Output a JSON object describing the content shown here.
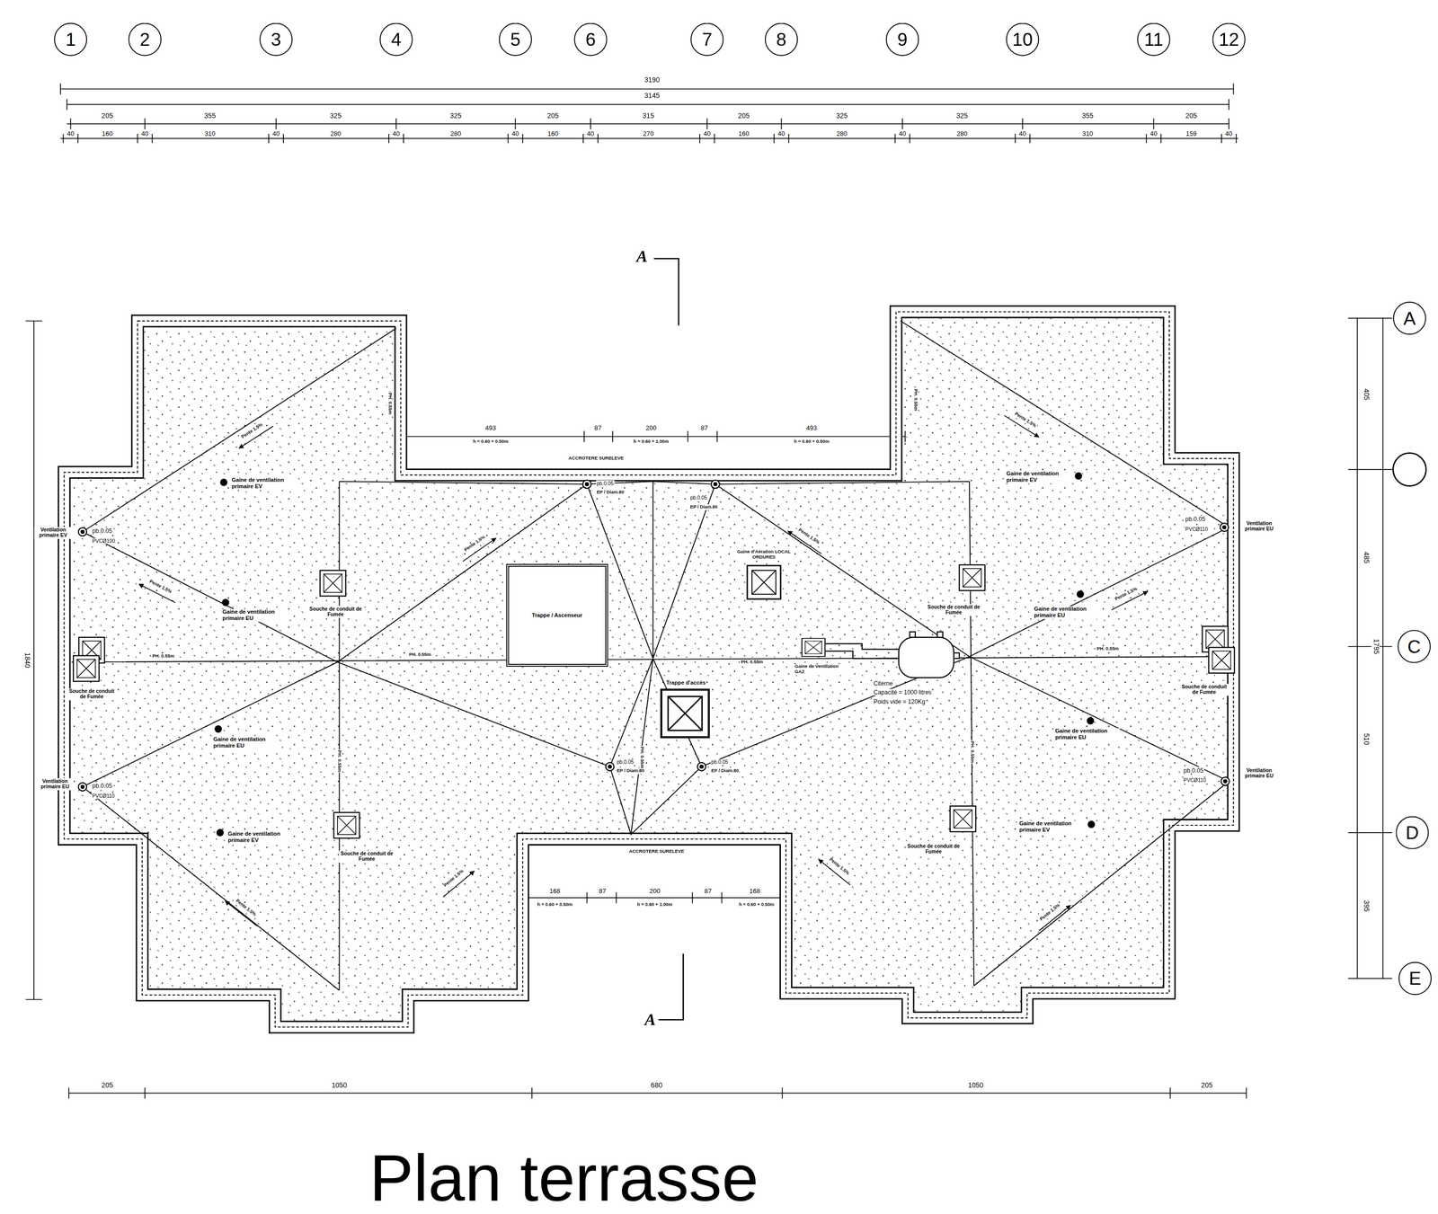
{
  "diagram": {
    "title": "Plan terrasse",
    "nodes": [
      {
        "text": [
          "1"
        ]
      },
      {
        "text": [
          "2"
        ]
      },
      {
        "text": [
          "3"
        ]
      },
      {
        "text": [
          "4"
        ]
      },
      {
        "text": [
          "5"
        ]
      },
      {
        "text": [
          "6"
        ]
      },
      {
        "text": [
          "7"
        ]
      },
      {
        "text": [
          "8"
        ]
      },
      {
        "text": [
          "9"
        ]
      },
      {
        "text": [
          "10"
        ]
      },
      {
        "text": [
          "11"
        ]
      },
      {
        "text": [
          "12"
        ]
      },
      {
        "text": [
          "A"
        ]
      },
      {
        "text": [
          "Trappe / Ascenseur"
        ]
      },
      {
        "text": [
          "C"
        ]
      },
      {
        "text": [
          "D"
        ]
      },
      {
        "text": [
          "E"
        ]
      }
    ],
    "labels": [
      "3190",
      "3145",
      "205",
      "355",
      "325",
      "325",
      "205",
      "315",
      "205",
      "325",
      "325",
      "355",
      "205",
      "40",
      "160",
      "40",
      "310",
      "40",
      "280",
      "40",
      "280",
      "40",
      "160",
      "40",
      "270",
      "40",
      "160",
      "40",
      "280",
      "40",
      "280",
      "40",
      "310",
      "40",
      "159",
      "40",
      "A",
      "405",
      "485",
      "1795",
      "510",
      "395",
      "1840",
      "493",
      "87",
      "200",
      "87",
      "493",
      "h = 0.60 + 0.50m",
      "h = 0.60 + 1.00m",
      "h = 0.60 + 0.50m",
      "ACCROTERE SURELEVE",
      "Pente 1.5%",
      "Pente 1.5%",
      "Gaine de ventilation primaire EV",
      "Gaine de ventilation primaire EV",
      "pb.0.05",
      "EP / Diam.80",
      "pb.0.05",
      "EP / Diam.80",
      "Ventilation primaire EV",
      "pb.0.05",
      "PVCØ100",
      "pb.0.05",
      "PVCØ110",
      "Ventilation primaire EU",
      "Pente 1.5%",
      "Pente 1.5%",
      "Gaine d'Aération LOCAL ORDURES",
      "Pente 1.5%",
      "Pente 1.5%",
      "Souche de conduit de Fumée",
      "Gaine de ventilation primaire EU",
      "Souche de conduit de Fumée",
      "Gaine de ventilation primaire EU",
      "PH. 0.55m",
      "PH. 0.55m",
      "PH. 0.55m",
      "PH. 0.55m",
      "PH. 0.55m",
      "PH. 0.55m",
      "Gaine de Ventilation GAZ",
      "Citerne",
      "Capacité = 1000 litres",
      "Poids vide = 120Kg",
      "Trappe d'accès",
      "Souche de conduit de Fumée",
      "Souche de conduit de Fumée",
      "Gaine de ventilation primaire EU",
      "Gaine de ventilation primaire EU",
      "PH. 0.55m",
      "PH. 0.55m",
      "PH. 0.55m",
      "pb.0.05",
      "EP / Diam.80",
      "pb.0.05",
      "EP / Diam.80",
      "Ventilation primaire EU",
      "pb.0.05",
      "PVCØ110",
      "pb.0.05",
      "PVCØ110",
      "Ventilation primaire EU",
      "Gaine de ventilation primaire EV",
      "Gaine de ventilation primaire EV",
      "Souche de conduit de Fumée",
      "Souche de conduit de Fumée",
      "ACCROTERE SURELEVE",
      "Pente 1.5%",
      "Pente 1.5%",
      "Pente 1.5%",
      "Pente 1.5%",
      "168",
      "87",
      "200",
      "87",
      "168",
      "h = 0.60 + 0.50m",
      "h = 0.60 + 1.00m",
      "h = 0.60 + 0.50m",
      "A",
      "205",
      "1050",
      "680",
      "1050",
      "205"
    ]
  }
}
